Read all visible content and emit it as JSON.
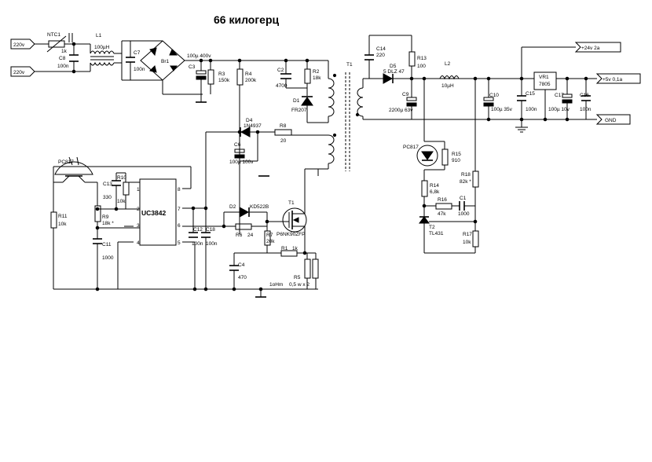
{
  "title": "66 килогерц",
  "ports": {
    "in_top": "220v",
    "in_bottom": "220v",
    "out_24": "+24v 2a",
    "out_5": "+5v 0,1a",
    "out_gnd": "GND"
  },
  "components": {
    "ntc": {
      "ref": "NTC1",
      "value": "1k"
    },
    "c8": {
      "ref": "C8",
      "value": "100n"
    },
    "l1": {
      "ref": "L1",
      "value": "100µH"
    },
    "c7": {
      "ref": "C7",
      "value": "100n"
    },
    "br1": {
      "ref": "Br1"
    },
    "c3": {
      "ref": "C3",
      "value": "100µ 400v"
    },
    "r3": {
      "ref": "R3",
      "value": "150k"
    },
    "r4": {
      "ref": "R4",
      "value": "200k"
    },
    "c2": {
      "ref": "C2",
      "value": "4700"
    },
    "r2": {
      "ref": "R2",
      "value": "18k"
    },
    "d1": {
      "ref": "D1",
      "value": "FR207"
    },
    "t1": {
      "ref": "T1"
    },
    "d4": {
      "ref": "D4",
      "value": "1N4937"
    },
    "r8": {
      "ref": "R8",
      "value": "20"
    },
    "c6": {
      "ref": "C6",
      "value": "100µ 100v"
    },
    "c14": {
      "ref": "C14",
      "value": "220"
    },
    "r13": {
      "ref": "R13",
      "value": "100"
    },
    "d5": {
      "ref": "D5",
      "value": "5 DLZ 47"
    },
    "c9": {
      "ref": "C9",
      "value": "2200µ 63v"
    },
    "l2": {
      "ref": "L2",
      "value": "10µH"
    },
    "c10": {
      "ref": "C10",
      "value": "100µ 35v"
    },
    "c15": {
      "ref": "C15",
      "value": "100n"
    },
    "vr1": {
      "ref": "VR1",
      "value": "7805"
    },
    "c17": {
      "ref": "C17",
      "value": "100µ 10v"
    },
    "c16": {
      "ref": "C16",
      "value": "100n"
    },
    "pc817_left": {
      "ref": "PC817"
    },
    "pc817_right": {
      "ref": "PC817"
    },
    "r15": {
      "ref": "R15",
      "value": "910"
    },
    "r14": {
      "ref": "R14",
      "value": "6,8k"
    },
    "r16": {
      "ref": "R16",
      "value": "47k"
    },
    "c1": {
      "ref": "C1",
      "value": "1000"
    },
    "r18": {
      "ref": "R18",
      "value": "82k *"
    },
    "t2": {
      "ref": "T2",
      "value": "TL431"
    },
    "r17": {
      "ref": "R17",
      "value": "10k"
    },
    "c13": {
      "ref": "C13",
      "value": "330"
    },
    "r10": {
      "ref": "R10",
      "value": "10k"
    },
    "r9": {
      "ref": "R9",
      "value": "18k *"
    },
    "c11": {
      "ref": "C11",
      "value": "1000"
    },
    "r11": {
      "ref": "R11",
      "value": "10k"
    },
    "u1": {
      "name": "UC3842",
      "pins": [
        "1",
        "2",
        "3",
        "4",
        "5",
        "6",
        "7",
        "8"
      ]
    },
    "c12": {
      "ref": "C12",
      "value": "100n"
    },
    "c18": {
      "ref": "C18",
      "value": "100n"
    },
    "d2": {
      "ref": "D2",
      "value": "KD522B"
    },
    "r6": {
      "ref": "R6",
      "value": "24"
    },
    "t1q": {
      "ref": "T1",
      "value": "P6NK90ZFP"
    },
    "r7": {
      "ref": "R7",
      "value": "20k"
    },
    "r1": {
      "ref": "R1",
      "value": "1k"
    },
    "c4": {
      "ref": "C4",
      "value": "470"
    },
    "r5": {
      "ref": "R5",
      "value_a": "1oHm",
      "value_b": "0,5 w x 2"
    }
  }
}
